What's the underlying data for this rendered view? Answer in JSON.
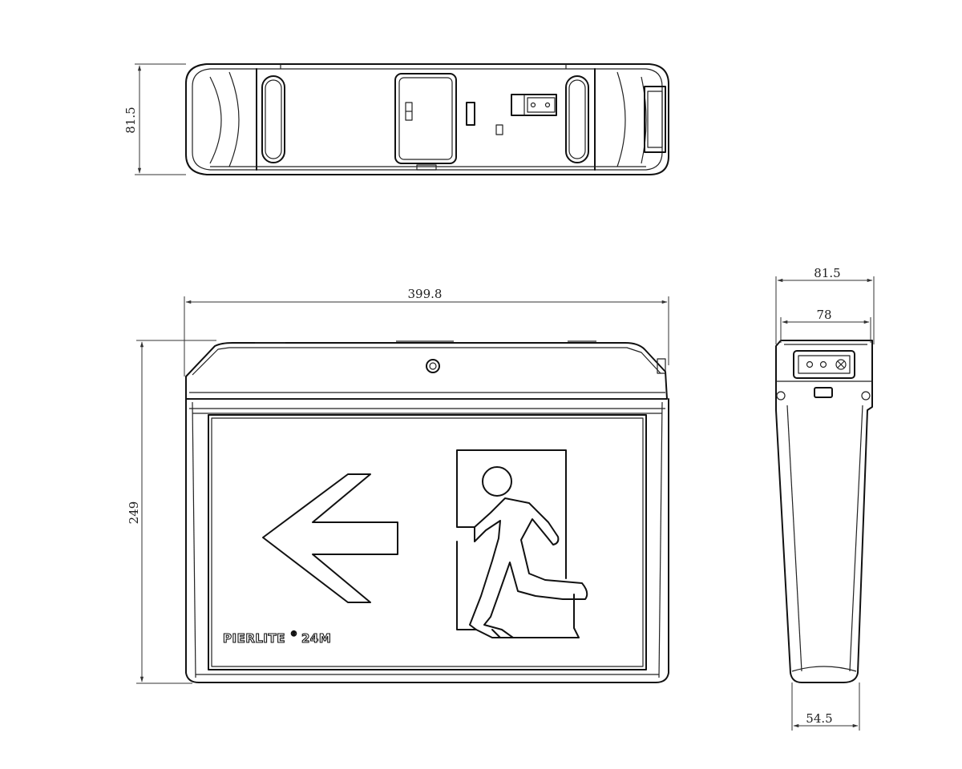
{
  "dimensions": {
    "top_view_height": "81.5",
    "front_width": "399.8",
    "front_height": "249",
    "side_overall_depth": "81.5",
    "side_inner_depth": "78",
    "side_bottom_depth": "54.5"
  },
  "brand": {
    "name": "PIERLITE",
    "mark": "®",
    "model": "24M"
  }
}
